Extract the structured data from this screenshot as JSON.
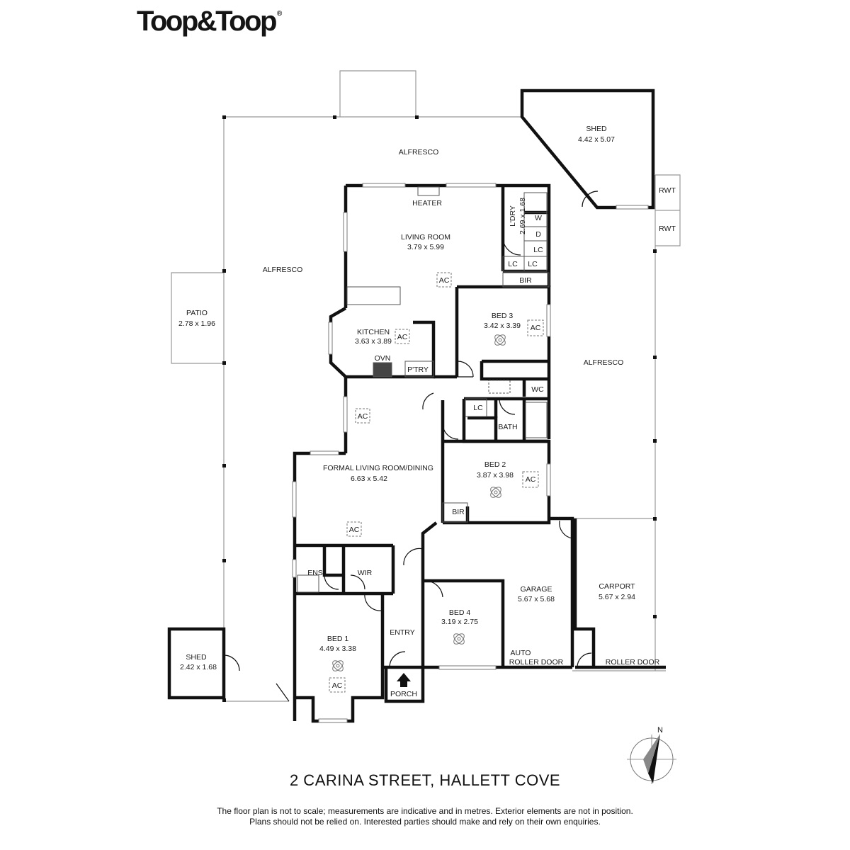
{
  "brand": {
    "logo_text": "Toop&Toop",
    "logo_mark": "®"
  },
  "address": "2 CARINA STREET, HALLETT COVE",
  "disclaimer": {
    "line1": "The floor plan is not to scale; measurements are indicative and in metres. Exterior elements are not in position.",
    "line2": "Plans should not be relied on. Interested parties should make and rely on their own enquiries."
  },
  "compass": {
    "label": "N"
  },
  "rooms": {
    "alfresco_top": {
      "name": "ALFRESCO"
    },
    "alfresco_left": {
      "name": "ALFRESCO"
    },
    "alfresco_right": {
      "name": "ALFRESCO"
    },
    "shed_top": {
      "name": "SHED",
      "size": "4.42 x 5.07"
    },
    "shed_bottom": {
      "name": "SHED",
      "size": "2.42 x 1.68"
    },
    "rwt1": {
      "name": "RWT"
    },
    "rwt2": {
      "name": "RWT"
    },
    "patio": {
      "name": "PATIO",
      "size": "2.78 x 1.96"
    },
    "living": {
      "name": "LIVING ROOM",
      "size": "3.79 x 5.99"
    },
    "heater": {
      "name": "HEATER"
    },
    "laundry": {
      "name": "L'DRY",
      "size": "2.69 x 1.68"
    },
    "w": {
      "name": "W"
    },
    "d": {
      "name": "D"
    },
    "lc1": {
      "name": "LC"
    },
    "lc2": {
      "name": "LC"
    },
    "lc3": {
      "name": "LC"
    },
    "lc4": {
      "name": "LC"
    },
    "bir1": {
      "name": "BIR"
    },
    "bir2": {
      "name": "BIR"
    },
    "bed3": {
      "name": "BED 3",
      "size": "3.42 x 3.39"
    },
    "kitchen": {
      "name": "KITCHEN",
      "size": "3.63 x 3.89"
    },
    "ovn": {
      "name": "OVN"
    },
    "pantry": {
      "name": "P'TRY"
    },
    "wc": {
      "name": "WC"
    },
    "bath": {
      "name": "BATH"
    },
    "bed2": {
      "name": "BED 2",
      "size": "3.87 x 3.98"
    },
    "formal": {
      "name": "FORMAL LIVING ROOM/DINING",
      "size": "6.63 x 5.42"
    },
    "ens": {
      "name": "ENS"
    },
    "wir": {
      "name": "WIR"
    },
    "bed1": {
      "name": "BED 1",
      "size": "4.49 x 3.38"
    },
    "entry": {
      "name": "ENTRY"
    },
    "porch": {
      "name": "PORCH"
    },
    "bed4": {
      "name": "BED 4",
      "size": "3.19 x 2.75"
    },
    "garage": {
      "name": "GARAGE",
      "size": "5.67 x 5.68"
    },
    "carport": {
      "name": "CARPORT",
      "size": "5.67 x 2.94"
    },
    "auto_door": {
      "line1": "AUTO",
      "line2": "ROLLER DOOR"
    },
    "roller_door": {
      "name": "ROLLER DOOR"
    }
  },
  "ac": {
    "label": "AC"
  }
}
